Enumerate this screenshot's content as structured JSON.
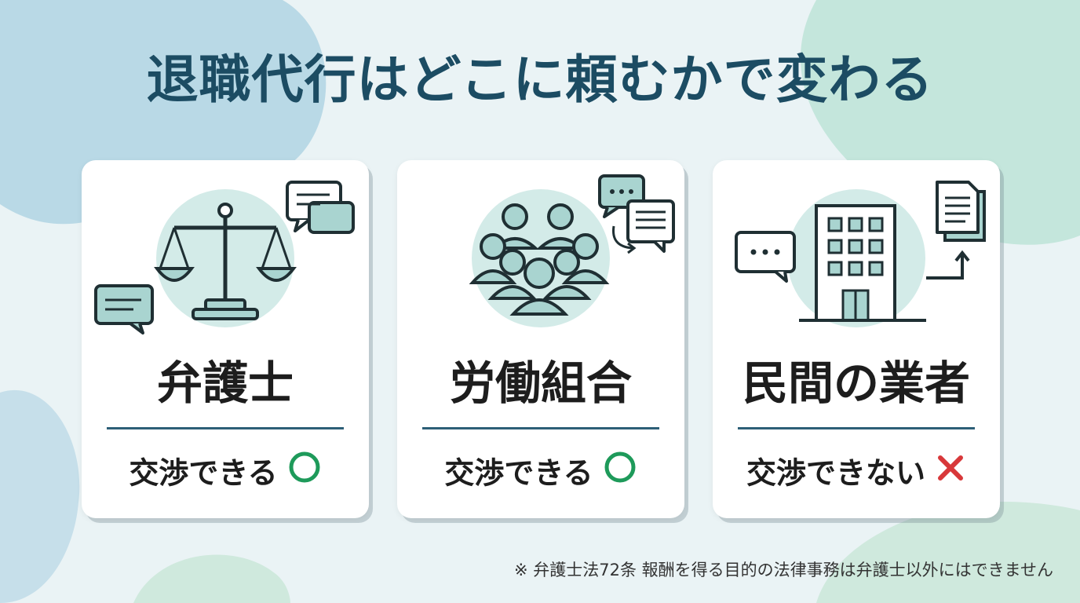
{
  "title": "退職代行はどこに頼むかで変わる",
  "cards": [
    {
      "name": "弁護士",
      "status": "交渉できる",
      "status_mark": "circle-icon",
      "mark_color": "#1e9a5a",
      "illustration": "scales-icon"
    },
    {
      "name": "労働組合",
      "status": "交渉できる",
      "status_mark": "circle-icon",
      "mark_color": "#1e9a5a",
      "illustration": "people-group-icon"
    },
    {
      "name": "民間の業者",
      "status": "交渉できない",
      "status_mark": "cross-icon",
      "mark_color": "#d8383a",
      "illustration": "building-icon"
    }
  ],
  "footnote": "※ 弁護士法72条 報酬を得る目的の法律事務は弁護士以外にはできません",
  "colors": {
    "title": "#1c4c63",
    "accent_fill": "#a9d4d0",
    "rule": "#2d5f77"
  }
}
